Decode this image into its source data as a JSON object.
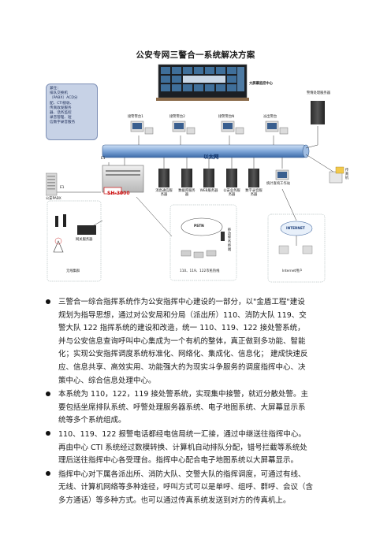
{
  "title": "公安专网三警合一系统解决方案",
  "diagram": {
    "callout_lines": [
      "兼任：",
      "排队交换机",
      "（PABX）ACD分",
      "配、CTI接收、",
      "传真收发服务",
      "器、话务监控",
      "录音管理、短",
      "信数字录音服务"
    ],
    "top_screen": "大屏幕监控中心",
    "alarm_server": "警情处理服务器",
    "seat_1": "接警警台1",
    "seat_2": "接警警台2",
    "seat_n": "接警警台N",
    "seat_dispatch": "派出警台",
    "ethernet": "以太网",
    "e1_top": "E1",
    "e1_left": "E1",
    "pabx": "公安PABX",
    "sh3000": "SH-3000",
    "srv_1": "消息通信服务器",
    "srv_2": "数据库服务器",
    "srv_3": "WEB服务器",
    "srv_4": "公安业务服务器",
    "srv_5": "数字录音服务器",
    "srv_6": "统计查询工作站",
    "fax": "传真机",
    "pstn": "PSTN",
    "phones": "110、119、122市民热线",
    "mobile": "移动警务终端",
    "internet": "INTERNET",
    "internet_user": "Internet用户",
    "gateway": "网关服务器",
    "radio": "无线集群"
  },
  "bullets": [
    {
      "lines": [
        "三警合一综合指挥系统作为公安指挥中心建设的一部分，以\"金盾工程\"建设",
        "规划为指导思想，通过对公安局和分局（派出所）110、消防大队 119、交",
        "警大队 122 指挥系统的建设和改造，统一 110、119、122 接处警系统，",
        "并与公安信息查询呼叫中心集成为一个有机的整体，真正做到多功能、智能",
        "化；实现公安指挥调度系统标准化、网络化、集成化、信息化；  建成快速反",
        "应、信息共享、高效实用、功能强大的为现实斗争服务的调度指挥中心、决",
        "策中心、综合信息处理中心。"
      ]
    },
    {
      "lines": [
        "本系统为 110，122，119 接处警系统，实现集中接警，就近分散处警。主",
        "要包括坐席排队系统、呼警处理服务器系统、电子地图系统、大屏幕显示系",
        "统等多个系统组成。"
      ]
    },
    {
      "lines": [
        "110、119、122 报警电话都经电信局统一汇接，通过中继送往指挥中心。",
        "再由中心 CTI 系统经过数模转换、计算机自动排队分配，错号拦截等系统处",
        "理后送往指挥中心各受理台。指挥中心配合电子地图系统以大屏幕显示。"
      ]
    },
    {
      "lines": [
        "指挥中心对下属各派出所、消防大队、交警大队的指挥调度，可通过有线、",
        "无线、计算机网络等多种途径，呼叫方式可以是单呼、组呼、群呼、会议（含",
        "多方通话）等多种方式。也可以通过传真系统发送到对方的传真机上。"
      ]
    }
  ]
}
